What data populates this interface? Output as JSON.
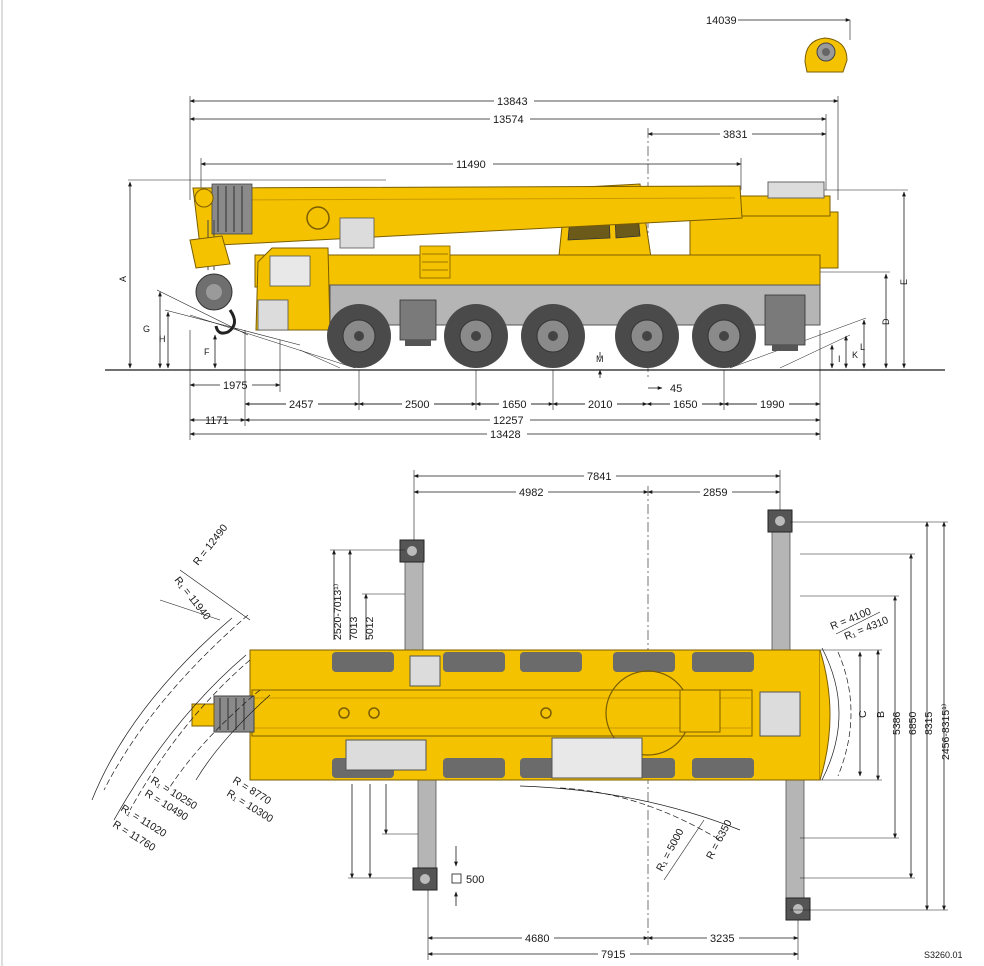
{
  "side_view": {
    "top_dims": [
      "14039",
      "13843",
      "13574",
      "11490",
      "3831"
    ],
    "bottom_dims": [
      "1975",
      "45",
      "2457",
      "2500",
      "1650",
      "2010",
      "1650",
      "1990",
      "1171",
      "12257",
      "13428"
    ],
    "letters": [
      "A",
      "G",
      "H",
      "F",
      "M",
      "I",
      "K",
      "L",
      "D",
      "E"
    ]
  },
  "top_view": {
    "top_dims": [
      "7841",
      "4982",
      "2859"
    ],
    "bottom_dims": [
      "4680",
      "7915",
      "3235"
    ],
    "outrigger_dims": [
      "2520-7013¹⁾",
      "7013",
      "5012"
    ],
    "radii_left": [
      "R = 12490",
      "R₁ = 11940",
      "R₁ = 10250",
      "R = 10490",
      "R₁ = 11020",
      "R = 11760",
      "R = 8770",
      "R₁ = 10300"
    ],
    "radii_right": [
      "R = 4100",
      "R₁ = 4310",
      "R₁ = 5000",
      "R = 6350"
    ],
    "right_dims": [
      "C",
      "B",
      "5386",
      "6850",
      "8315",
      "2456-8315¹⁾"
    ],
    "box_label": "500",
    "ref": "S3260.01"
  },
  "colors": {
    "crane_yellow": "#f5c200",
    "dark_yellow": "#c99a00",
    "grey": "#9a9a9a",
    "dark_grey": "#555555",
    "line": "#1a1a1a"
  }
}
